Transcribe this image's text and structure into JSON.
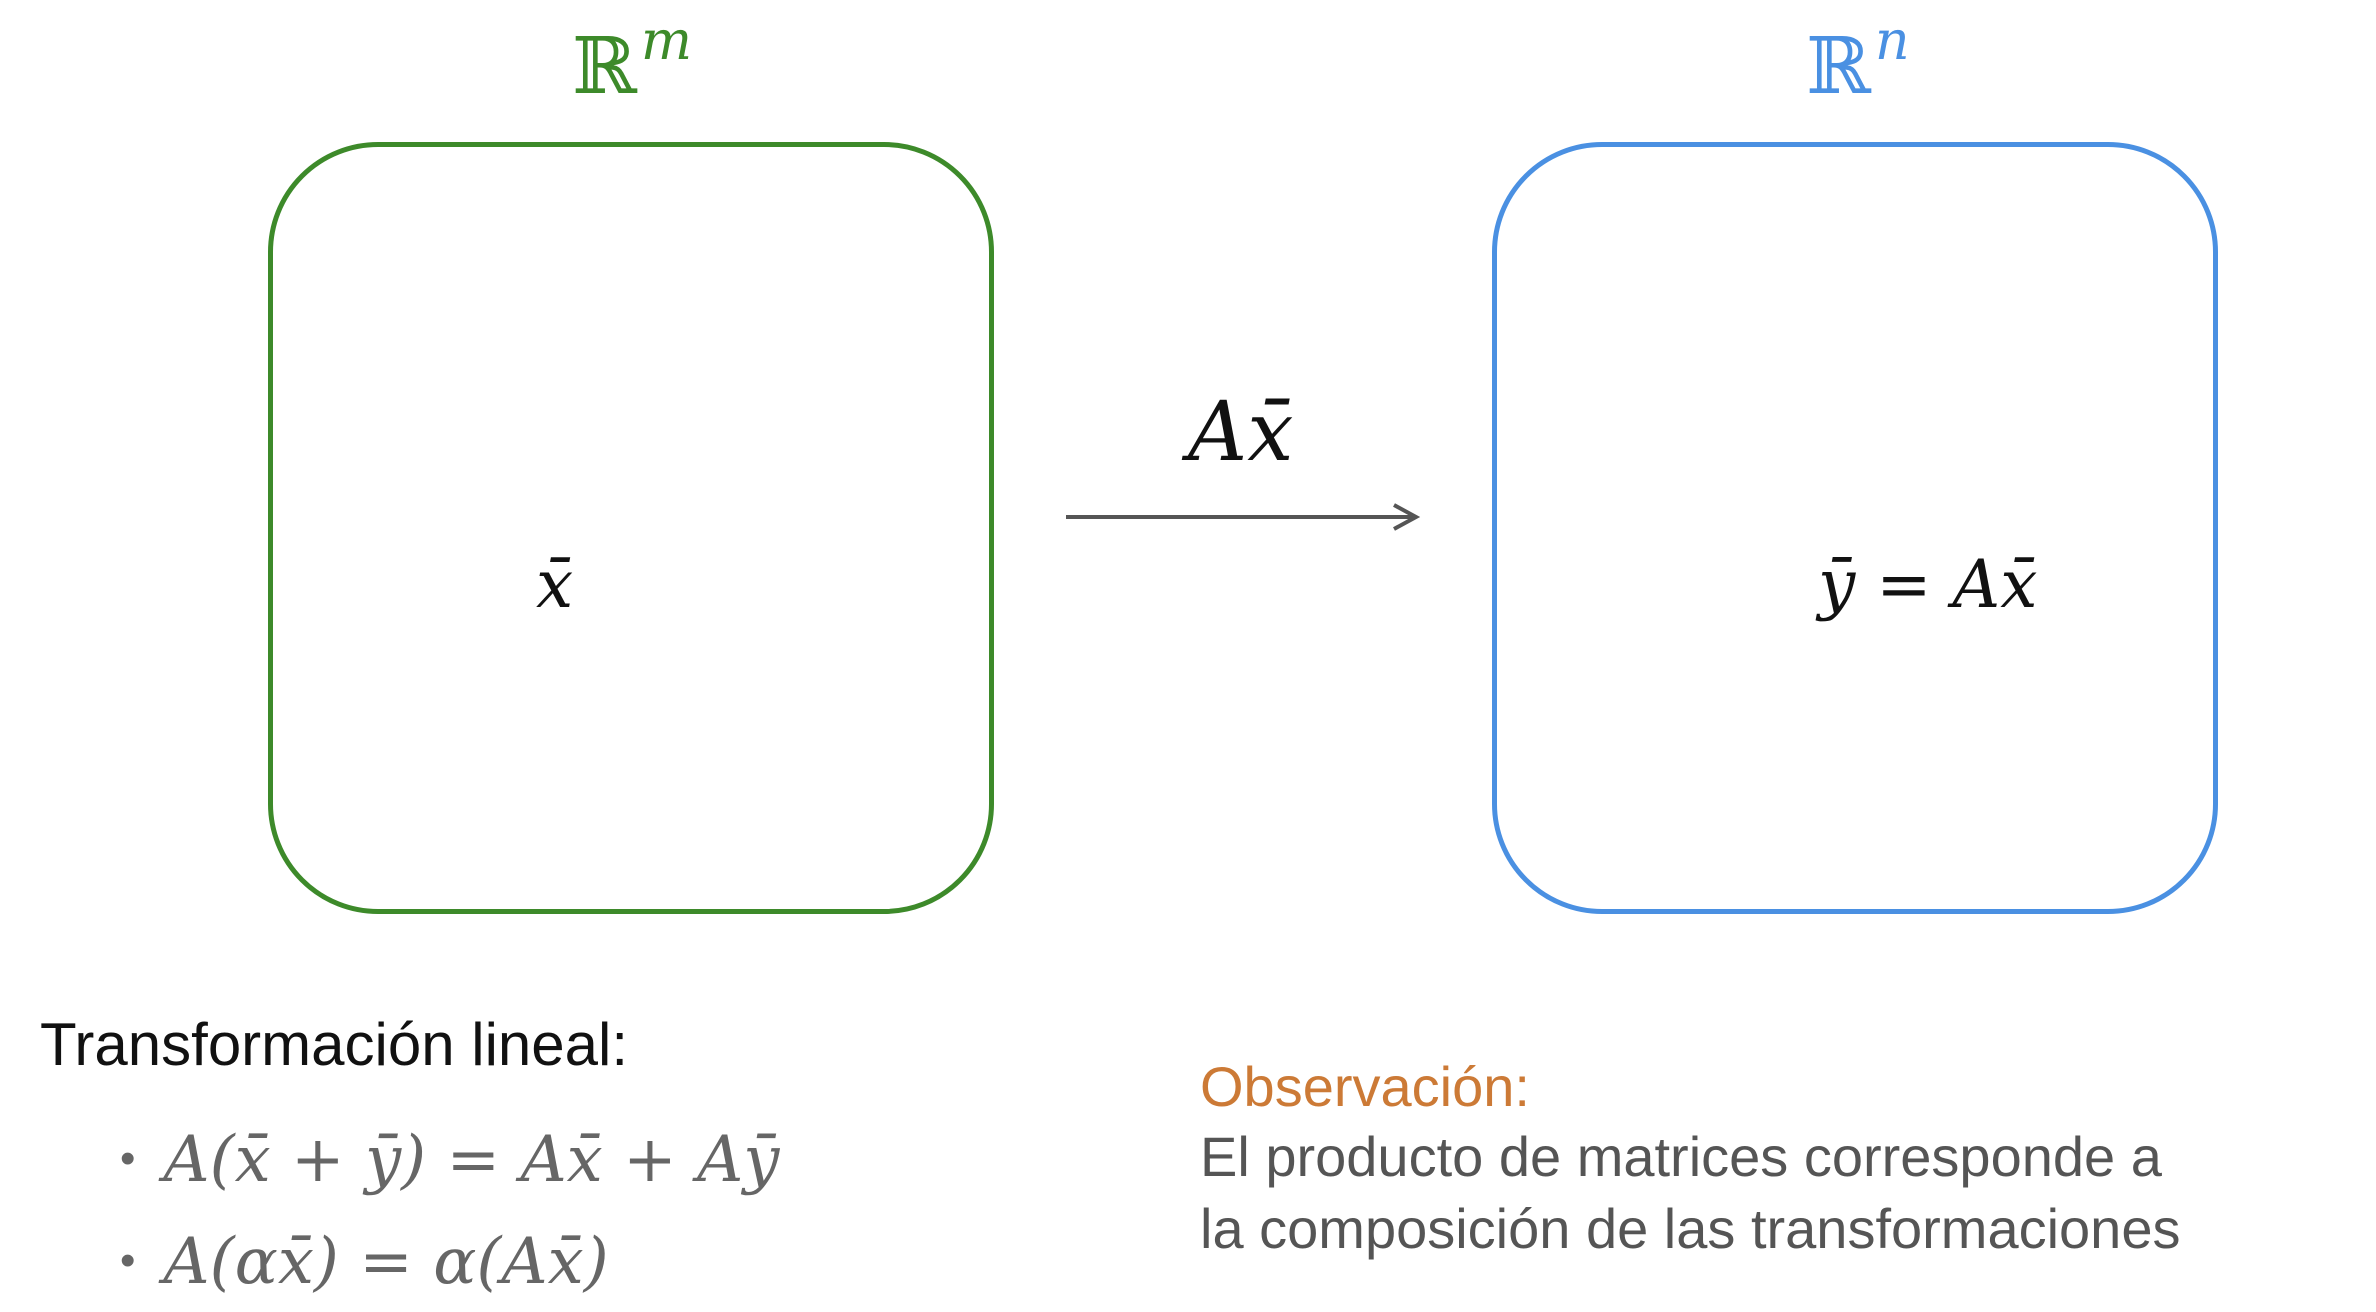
{
  "domain_space": {
    "symbol": "ℝ",
    "exponent": "m",
    "color": "#3d8a2a",
    "vector": "x̄"
  },
  "codomain_space": {
    "symbol": "ℝ",
    "exponent": "n",
    "color": "#4a90e2",
    "vector": "ȳ = Ax̄"
  },
  "arrow": {
    "label": "Ax̄",
    "color": "#555555"
  },
  "linear_transformation": {
    "heading": "Transformación lineal:",
    "properties": [
      "A(x̄ + ȳ) = Ax̄ + Aȳ",
      "A(αx̄) = α(Ax̄)"
    ]
  },
  "observation": {
    "title": "Observación:",
    "title_color": "#cc7a36",
    "lines": [
      "El producto de matrices corresponde a",
      "la composición de las transformaciones"
    ]
  }
}
